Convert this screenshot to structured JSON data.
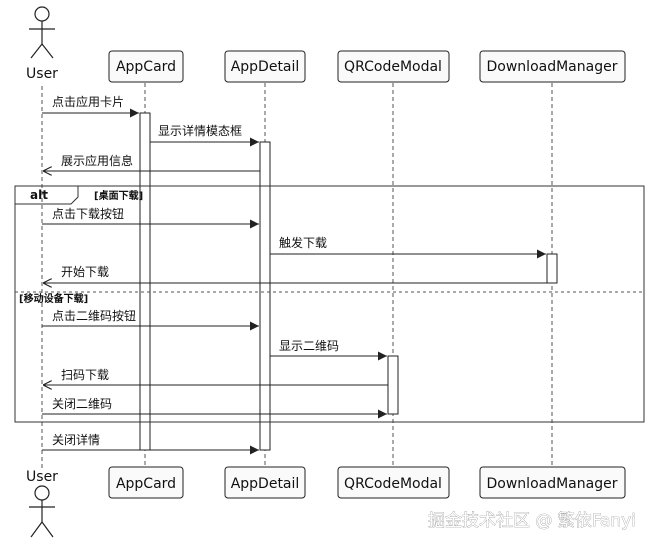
{
  "participants": [
    {
      "id": "user",
      "label": "User",
      "actor": true
    },
    {
      "id": "appcard",
      "label": "AppCard"
    },
    {
      "id": "appdetail",
      "label": "AppDetail"
    },
    {
      "id": "qrcodemodal",
      "label": "QRCodeModal"
    },
    {
      "id": "downloadmanager",
      "label": "DownloadManager"
    }
  ],
  "messages": [
    {
      "id": "m1",
      "label": "点击应用卡片"
    },
    {
      "id": "m2",
      "label": "显示详情模态框"
    },
    {
      "id": "m3",
      "label": "展示应用信息"
    },
    {
      "id": "m4",
      "label": "点击下载按钮"
    },
    {
      "id": "m5",
      "label": "触发下载"
    },
    {
      "id": "m6",
      "label": "开始下载"
    },
    {
      "id": "m7",
      "label": "点击二维码按钮"
    },
    {
      "id": "m8",
      "label": "显示二维码"
    },
    {
      "id": "m9",
      "label": "扫码下载"
    },
    {
      "id": "m10",
      "label": "关闭二维码"
    },
    {
      "id": "m11",
      "label": "关闭详情"
    }
  ],
  "alt_frame": {
    "keyword": "alt",
    "guard_desktop": "[桌面下载]",
    "guard_mobile": "[移动设备下载]"
  },
  "watermark": "掘金技术社区 @ 繁依Fanyi"
}
